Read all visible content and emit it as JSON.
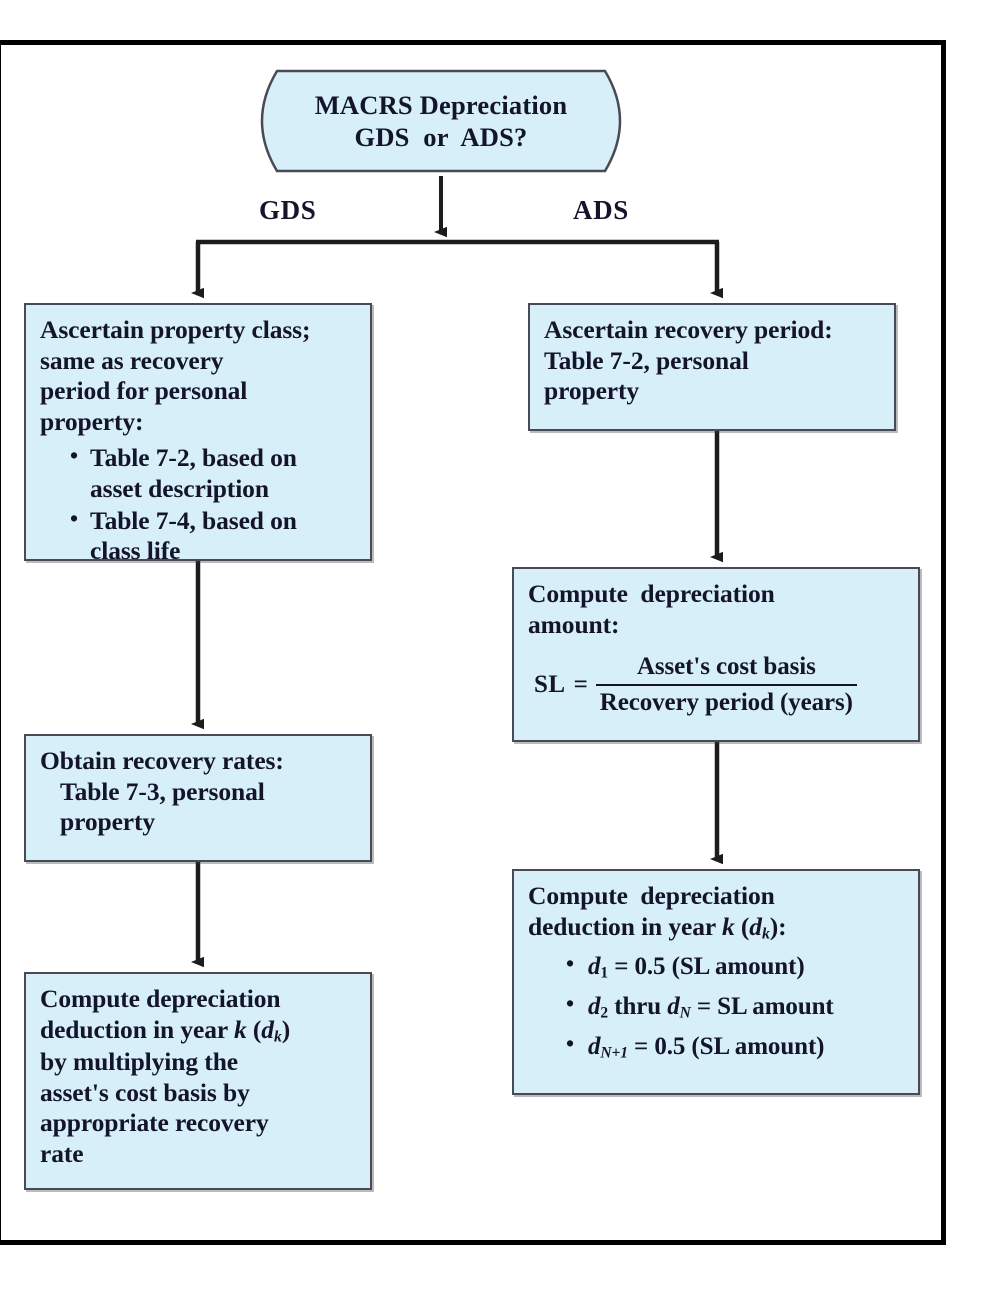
{
  "diagram": {
    "title": "MACRS Depreciation decision flowchart",
    "colors": {
      "node_fill": "#d7eff8",
      "node_border": "#4a4a55",
      "frame_border": "#000000",
      "text": "#14142b",
      "connector": "#1c1c1c"
    },
    "decision": {
      "line1": "MACRS Depreciation",
      "line2": "GDS  or  ADS?"
    },
    "branches": {
      "left_label": "GDS",
      "right_label": "ADS"
    },
    "gds": {
      "property_class": {
        "line1": "Ascertain property class;",
        "line2": "same as recovery",
        "line3": "period for personal",
        "line4": "property:",
        "bullets": [
          {
            "line1": "Table 7-2, based on",
            "line2": "asset description"
          },
          {
            "line1": "Table 7-4, based on",
            "line2": "class life"
          }
        ]
      },
      "recovery_rates": {
        "line1": "Obtain recovery rates:",
        "line2": "Table 7-3, personal",
        "line3": "property"
      },
      "deduction": {
        "line1": "Compute depreciation",
        "line2_a": "deduction in year ",
        "line2_k": "k",
        "line2_b": " (",
        "line2_d": "d",
        "line2_sub": "k",
        "line2_c": ")",
        "line3": "by multiplying the",
        "line4": "asset's cost basis by",
        "line5": "appropriate recovery",
        "line6": "rate"
      }
    },
    "ads": {
      "recovery_period": {
        "line1": "Ascertain recovery period:",
        "line2": "Table 7-2, personal",
        "line3": "property"
      },
      "sl_amount": {
        "line1": "Compute  depreciation",
        "line2": "amount:",
        "formula": {
          "lhs": "SL",
          "eq": "=",
          "numerator": "Asset's cost basis",
          "denominator": "Recovery period (years)"
        }
      },
      "deduction": {
        "line1": "Compute  depreciation",
        "line2_a": "deduction in year ",
        "line2_k": "k",
        "line2_b": " (",
        "line2_d": "d",
        "line2_sub": "k",
        "line2_c": "):",
        "bullets": [
          {
            "var": "d",
            "sub": "1",
            "rest": " = 0.5 (SL amount)"
          },
          {
            "var": "d",
            "sub": "2",
            "mid": " thru ",
            "var2": "d",
            "sub2": "N",
            "rest": " = SL amount"
          },
          {
            "var": "d",
            "sub": "N+1",
            "rest": " = 0.5 (SL amount)"
          }
        ]
      }
    }
  }
}
